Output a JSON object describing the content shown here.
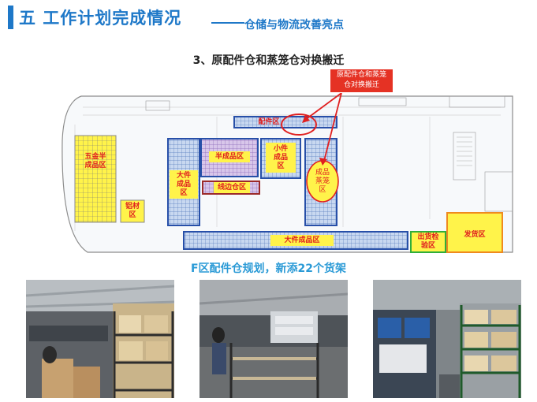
{
  "header": {
    "title": "五 工作计划完成情况",
    "subtitle": "仓储与物流改善亮点"
  },
  "section_heading": "3、原配件仓和蒸笼仓对换搬迁",
  "callout": {
    "line1": "原配件仓和蒸笼",
    "line2": "仓对换搬迁"
  },
  "zones": {
    "parts": "配件区",
    "hardware_line1": "五金半",
    "hardware_line2": "成品区",
    "aluminum_line1": "铝材",
    "aluminum_line2": "区",
    "large_finished_v1": "大件",
    "large_finished_v2": "成品",
    "large_finished_v3": "区",
    "semi_finished": "半成品区",
    "small_finished_line1": "小件",
    "small_finished_line2": "成品",
    "small_finished_line3": "区",
    "finished_line1": "成品",
    "finished_line2": "蒸笼",
    "finished_line3": "区",
    "line_side": "线边仓区",
    "large_finished_bottom": "大件成品区",
    "outbound_inspection_line1": "出货检",
    "outbound_inspection_line2": "验区",
    "shipping": "发货区"
  },
  "caption": "F区配件仓规划，新添22个货架",
  "colors": {
    "accent": "#1e78c8",
    "caption": "#2a9ad6",
    "callout_bg": "#e53224",
    "zone_label_red": "#e02020",
    "zone_yellow": "#fff34a",
    "shipping_border": "#ef8a1f",
    "inspection_border": "#2fae3a"
  }
}
